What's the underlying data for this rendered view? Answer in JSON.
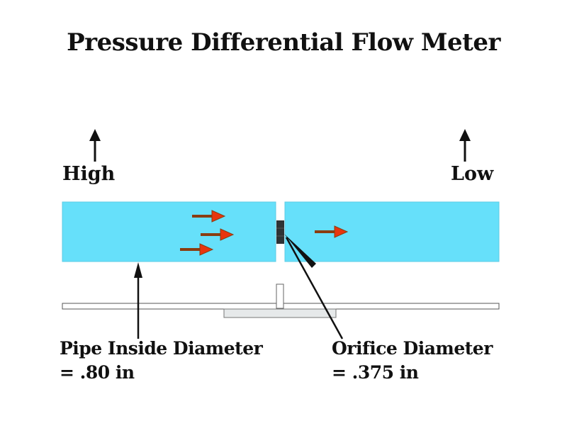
{
  "title": "Pressure Differential Flow Meter",
  "pressure_taps": {
    "high_label": "High",
    "low_label": "Low"
  },
  "callouts": {
    "pipe": {
      "line1": "Pipe Inside Diameter",
      "line2": "= .80 in"
    },
    "orifice": {
      "line1": "Orifice Diameter",
      "line2": "= .375 in"
    }
  },
  "flow_arrows": {
    "upstream_count": 3,
    "downstream_count": 1,
    "direction": "left-to-right"
  },
  "colors": {
    "fluid": "#66e0fa",
    "flow_arrow_head": "#e8350e",
    "flow_arrow_shaft": "#8a3d10",
    "orifice_plate": "#2e3335",
    "text": "#111111"
  }
}
